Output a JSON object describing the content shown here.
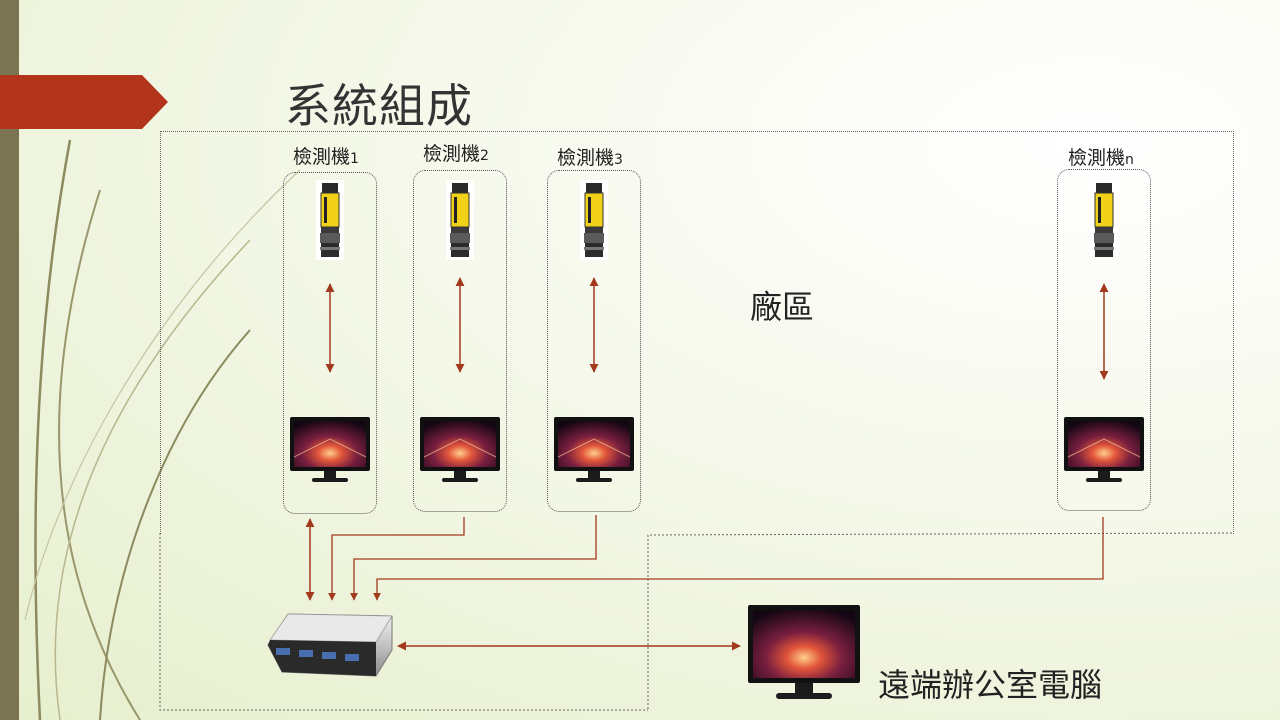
{
  "slide": {
    "title": "系統組成",
    "plant_area_label": "廠區",
    "remote_pc_label": "遠端辦公室電腦"
  },
  "detectors": [
    {
      "label": "檢測機",
      "index": "1"
    },
    {
      "label": "檢測機",
      "index": "2"
    },
    {
      "label": "檢測機",
      "index": "3"
    },
    {
      "label": "檢測機",
      "index": "n"
    }
  ],
  "colors": {
    "accent_banner": "#b2341a",
    "arrow": "#a23a1e",
    "strip": "#7a7452",
    "camera_yellow": "#f2d219"
  }
}
